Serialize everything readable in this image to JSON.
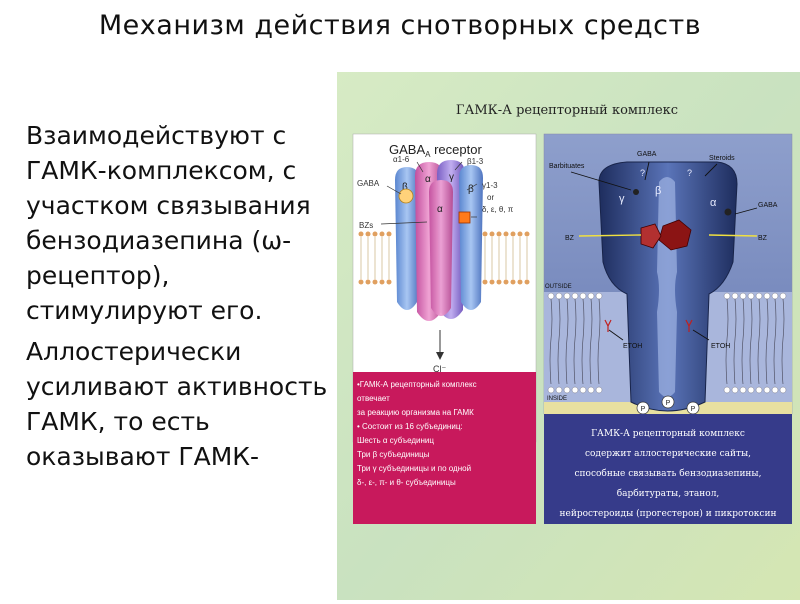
{
  "slide": {
    "title": "Механизм действия снотворных средств",
    "paragraph1": "Взаимодействуют с ГАМК-комплексом, с участком связывания бензодиазепина (ω-рецептор), стимулируют его.",
    "paragraph2": "Аллостерически усиливают активность ГАМК, то есть оказывают ГАМК-"
  },
  "figure": {
    "header": "ГАМК-А рецепторный комплекс",
    "left_diagram": {
      "title_main": "GABA",
      "title_sub": "A",
      "title_rest": " receptor",
      "labels": {
        "a16": "α1-6",
        "b13": "β1-3",
        "g13": "γ1-3",
        "or": "or",
        "alts": "δ, ε, θ, π",
        "gaba": "GABA",
        "bzs": "BZs",
        "cl": "Cl⁻",
        "sub_a1": "α",
        "sub_b1": "β",
        "sub_g": "γ",
        "sub_a2": "α",
        "sub_b2": "β"
      }
    },
    "right_diagram": {
      "labels": {
        "barbiturates": "Barbituates",
        "gaba_top": "GABA",
        "steroids": "Steroids",
        "gaba_right": "GABA",
        "bz_left": "BZ",
        "bz_right": "BZ",
        "etoh_left": "ETOH",
        "etoh_right": "ETOH",
        "outside": "OUTSIDE",
        "inside": "INSIDE",
        "gamma": "γ",
        "beta": "β",
        "alpha": "α",
        "q1": "?",
        "q2": "?",
        "p": "P"
      }
    },
    "red_box": {
      "lines": [
        "•ГАМК-А рецепторный комплекс",
        "отвечает",
        "за реакцию организма на ГАМК",
        "• Состоит из 16 субъединиц:",
        "Шесть α субъединиц",
        "Три β субъединицы",
        "Три γ субъединицы и по одной",
        "δ-, ε-, π- и θ- субъединицы"
      ]
    },
    "blue_box": {
      "lines": [
        "ГАМК-А рецепторный комплекс",
        "содержит аллостерические сайты,",
        "способные связывать бензодиазепины,",
        "барбитураты, этанол,",
        "нейростероиды (прогестерон) и пикротоксин"
      ]
    }
  },
  "colors": {
    "figure_bg": "#cfe4b8",
    "red_box": "#c8195c",
    "blue_box": "#363b8a",
    "right_panel": "#5a6ea8",
    "channel": "#2a3f78"
  }
}
